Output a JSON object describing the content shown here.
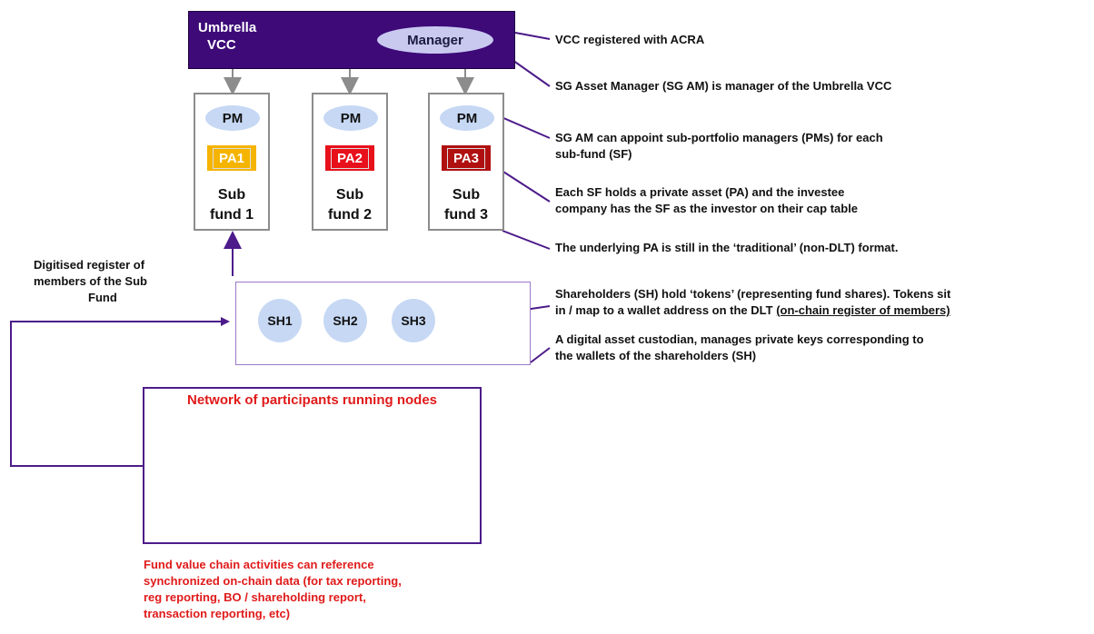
{
  "umbrella": {
    "title_line1": "Umbrella",
    "title_line2": "VCC",
    "manager": "Manager"
  },
  "subfunds": [
    {
      "pm": "PM",
      "pa": "PA1",
      "pa_color": "#f5b400",
      "label_line1": "Sub",
      "label_line2": "fund 1"
    },
    {
      "pm": "PM",
      "pa": "PA2",
      "pa_color": "#e8101b",
      "label_line1": "Sub",
      "label_line2": "fund 2"
    },
    {
      "pm": "PM",
      "pa": "PA3",
      "pa_color": "#b01010",
      "label_line1": "Sub",
      "label_line2": "fund 3"
    }
  ],
  "register_label": {
    "line1": "Digitised register of",
    "line2": "members of the Sub",
    "line3": "Fund"
  },
  "shareholders": [
    "SH1",
    "SH2",
    "SH3"
  ],
  "network_title": "Network of participants running nodes",
  "annotations": {
    "vcc": "VCC registered with ACRA",
    "sgam": "SG Asset Manager (SG AM) is manager of the Umbrella VCC",
    "pm_line1": "SG AM can appoint sub-portfolio managers (PMs) for each",
    "pm_line2": "sub-fund (SF)",
    "pa_line1": "Each SF holds  a  private asset (PA) and the investee",
    "pa_line2": "company has the SF as the investor on their cap table",
    "traditional": "The underlying PA is still in the ‘traditional’ (non-DLT) format.",
    "sh_line1": "Shareholders (SH) hold ‘tokens’ (representing fund shares). Tokens sit",
    "sh_line2_pre": "in / map to a wallet address on the DLT ",
    "sh_line2_ul": "(on-chain register of members)",
    "custodian_line1": "A digital asset custodian, manages private keys corresponding to",
    "custodian_line2": "the wallets of the shareholders (SH)"
  },
  "fund_value_chain": {
    "line1": "Fund value chain activities can reference",
    "line2": "synchronized on-chain data (for tax reporting,",
    "line3": "reg reporting, BO / shareholding report,",
    "line4": "transaction reporting, etc)"
  },
  "colors": {
    "umbrella_bg": "#3d0a78",
    "connector": "#4d1b8a",
    "arrow_gray": "#8c8c8c",
    "node_red": "#c0392b",
    "note_red": "#e01a1a"
  }
}
